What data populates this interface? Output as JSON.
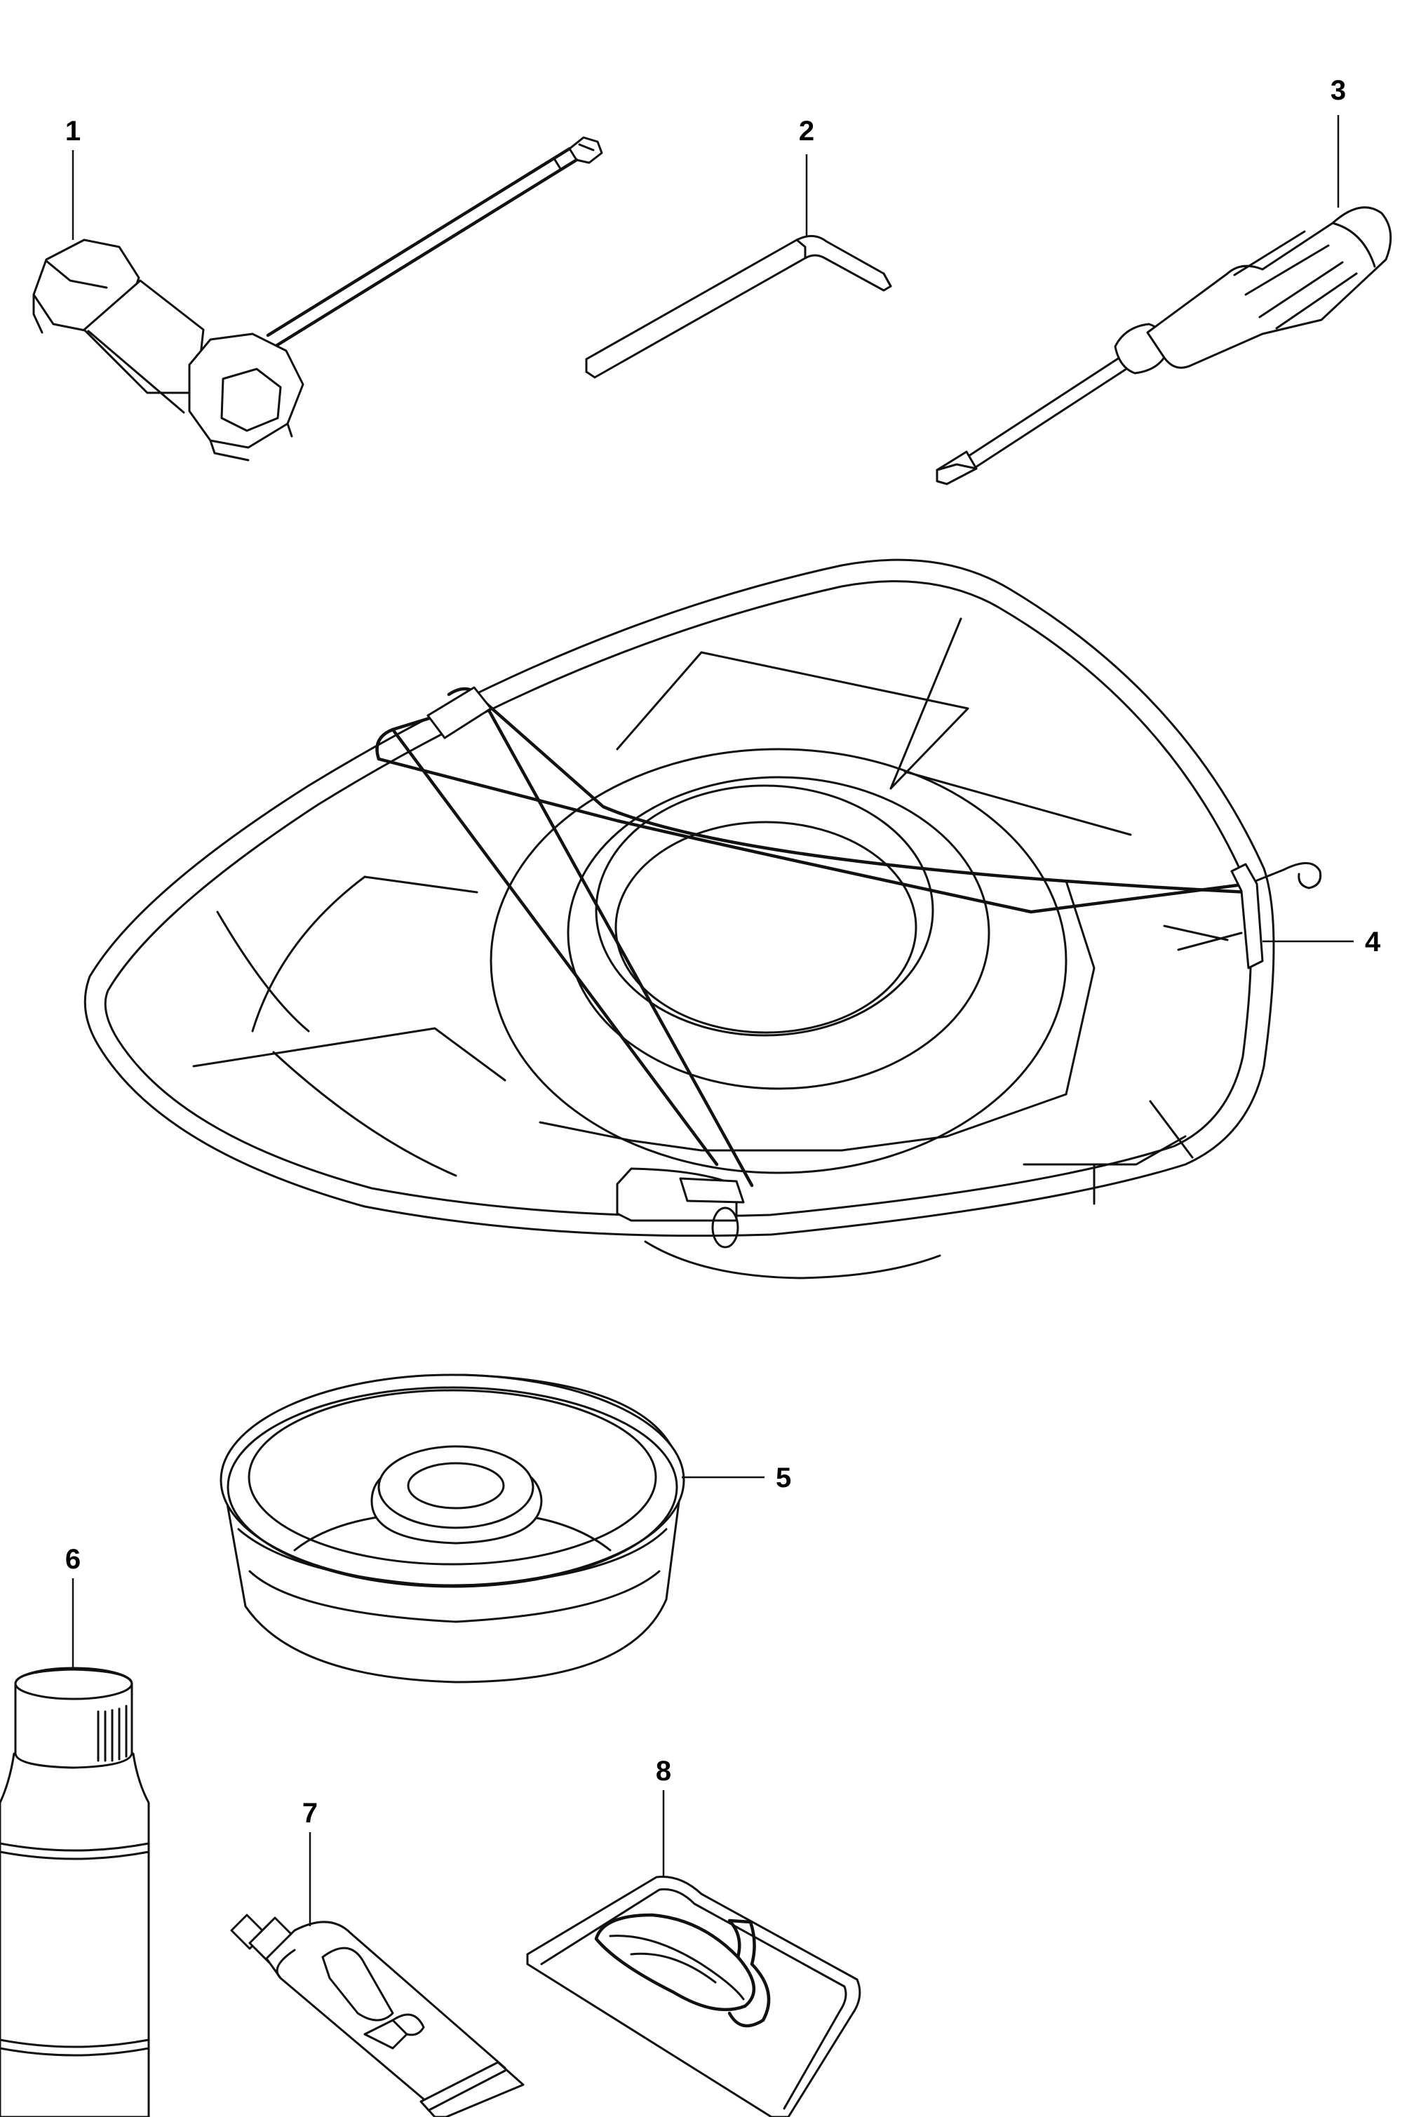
{
  "callouts": [
    {
      "id": "1",
      "label": "1"
    },
    {
      "id": "2",
      "label": "2"
    },
    {
      "id": "3",
      "label": "3"
    },
    {
      "id": "4",
      "label": "4"
    },
    {
      "id": "5",
      "label": "5"
    },
    {
      "id": "6",
      "label": "6"
    },
    {
      "id": "7",
      "label": "7"
    },
    {
      "id": "8",
      "label": "8"
    }
  ],
  "colors": {
    "line": "#111111",
    "background": "#ffffff"
  },
  "parts": [
    {
      "callout": "1",
      "icon": "combination-spanner-icon"
    },
    {
      "callout": "2",
      "icon": "hex-key-icon"
    },
    {
      "callout": "3",
      "icon": "screwdriver-icon"
    },
    {
      "callout": "4",
      "icon": "blade-guard-icon"
    },
    {
      "callout": "5",
      "icon": "support-cup-icon"
    },
    {
      "callout": "6",
      "icon": "oil-bottle-icon"
    },
    {
      "callout": "7",
      "icon": "grease-tube-icon"
    },
    {
      "callout": "8",
      "icon": "harness-strap-icon"
    }
  ]
}
